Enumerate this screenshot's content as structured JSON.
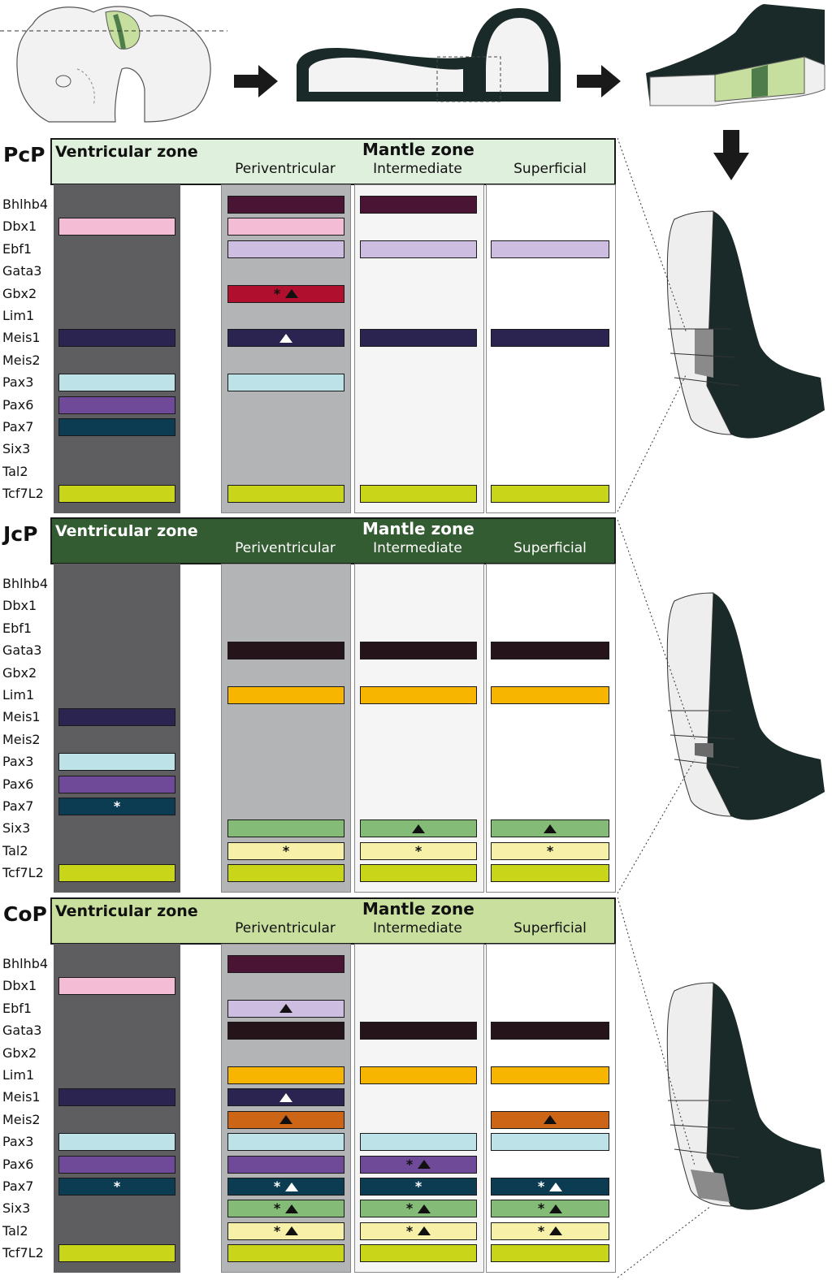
{
  "colors": {
    "bhlhb4": "#4a1535",
    "dbx1": "#f5bcd6",
    "ebf1": "#cdbde0",
    "gata3": "#251419",
    "gbx2": "#b0102d",
    "lim1": "#f7b500",
    "meis1": "#2c2450",
    "meis2": "#cd6517",
    "pax3": "#bde3e8",
    "pax6": "#6e4a98",
    "pax7": "#0c3c52",
    "six3": "#84bb77",
    "tal2": "#f7f0a9",
    "tcf7l2": "#c9d519"
  },
  "sections": [
    {
      "label": "PcP",
      "header_color": "#dff0dc",
      "header_text_color": "#111111",
      "ventricular": "Ventricular zone",
      "mantle": "Mantle zone",
      "periventricular": "Periventricular",
      "intermediate": "Intermediate",
      "superficial": "Superficial",
      "genes": [
        "Bhlhb4",
        "Dbx1",
        "Ebf1",
        "Gata3",
        "Gbx2",
        "Lim1",
        "Meis1",
        "Meis2",
        "Pax3",
        "Pax6",
        "Pax7",
        "Six3",
        "Tal2",
        "Tcf7L2"
      ]
    },
    {
      "label": "JcP",
      "header_color": "#345c32",
      "header_text_color": "#ffffff",
      "ventricular": "Ventricular zone",
      "mantle": "Mantle zone",
      "periventricular": "Periventricular",
      "intermediate": "Intermediate",
      "superficial": "Superficial",
      "genes": [
        "Bhlhb4",
        "Dbx1",
        "Ebf1",
        "Gata3",
        "Gbx2",
        "Lim1",
        "Meis1",
        "Meis2",
        "Pax3",
        "Pax6",
        "Pax7",
        "Six3",
        "Tal2",
        "Tcf7L2"
      ]
    },
    {
      "label": "CoP",
      "header_color": "#c9df9e",
      "header_text_color": "#111111",
      "ventricular": "Ventricular zone",
      "mantle": "Mantle zone",
      "periventricular": "Periventricular",
      "intermediate": "Intermediate",
      "superficial": "Superficial",
      "genes": [
        "Bhlhb4",
        "Dbx1",
        "Ebf1",
        "Gata3",
        "Gbx2",
        "Lim1",
        "Meis1",
        "Meis2",
        "Pax3",
        "Pax6",
        "Pax7",
        "Six3",
        "Tal2",
        "Tcf7L2"
      ]
    }
  ],
  "expression": [
    [
      {
        "gene": "Bhlhb4",
        "cols": [
          "p",
          "i"
        ]
      },
      {
        "gene": "Dbx1",
        "cols": [
          "v",
          "p"
        ]
      },
      {
        "gene": "Ebf1",
        "cols": [
          "p",
          "i",
          "s"
        ]
      },
      {
        "gene": "Gbx2",
        "cols": [
          "p"
        ],
        "marks": {
          "p": [
            "star-black",
            "tri-black"
          ]
        }
      },
      {
        "gene": "Meis1",
        "cols": [
          "v",
          "p",
          "i",
          "s"
        ],
        "marks": {
          "p": [
            "tri-white"
          ]
        }
      },
      {
        "gene": "Pax3",
        "cols": [
          "v",
          "p"
        ]
      },
      {
        "gene": "Pax6",
        "cols": [
          "v"
        ]
      },
      {
        "gene": "Pax7",
        "cols": [
          "v"
        ]
      },
      {
        "gene": "Tcf7L2",
        "cols": [
          "v",
          "p",
          "i",
          "s"
        ]
      }
    ],
    [
      {
        "gene": "Gata3",
        "cols": [
          "p",
          "i",
          "s"
        ]
      },
      {
        "gene": "Lim1",
        "cols": [
          "p",
          "i",
          "s"
        ]
      },
      {
        "gene": "Meis1",
        "cols": [
          "v"
        ]
      },
      {
        "gene": "Pax3",
        "cols": [
          "v"
        ]
      },
      {
        "gene": "Pax6",
        "cols": [
          "v"
        ]
      },
      {
        "gene": "Pax7",
        "cols": [
          "v"
        ],
        "marks": {
          "v": [
            "star-white"
          ]
        }
      },
      {
        "gene": "Six3",
        "cols": [
          "p",
          "i",
          "s"
        ],
        "marks": {
          "i": [
            "tri-black"
          ],
          "s": [
            "tri-black"
          ]
        }
      },
      {
        "gene": "Tal2",
        "cols": [
          "p",
          "i",
          "s"
        ],
        "marks": {
          "p": [
            "star-black"
          ],
          "i": [
            "star-black"
          ],
          "s": [
            "star-black"
          ]
        }
      },
      {
        "gene": "Tcf7L2",
        "cols": [
          "v",
          "p",
          "i",
          "s"
        ]
      }
    ],
    [
      {
        "gene": "Bhlhb4",
        "cols": [
          "p"
        ]
      },
      {
        "gene": "Dbx1",
        "cols": [
          "v"
        ]
      },
      {
        "gene": "Ebf1",
        "cols": [
          "p"
        ],
        "marks": {
          "p": [
            "tri-black"
          ]
        }
      },
      {
        "gene": "Gata3",
        "cols": [
          "p",
          "i",
          "s"
        ]
      },
      {
        "gene": "Lim1",
        "cols": [
          "p",
          "i",
          "s"
        ]
      },
      {
        "gene": "Meis1",
        "cols": [
          "v",
          "p"
        ],
        "marks": {
          "p": [
            "tri-white"
          ]
        }
      },
      {
        "gene": "Meis2",
        "cols": [
          "p",
          "s"
        ],
        "marks": {
          "p": [
            "tri-black"
          ],
          "s": [
            "tri-black"
          ]
        }
      },
      {
        "gene": "Pax3",
        "cols": [
          "v",
          "p",
          "i",
          "s"
        ]
      },
      {
        "gene": "Pax6",
        "cols": [
          "v",
          "p",
          "i"
        ],
        "marks": {
          "i": [
            "star-black",
            "tri-black"
          ]
        }
      },
      {
        "gene": "Pax7",
        "cols": [
          "v",
          "p",
          "i",
          "s"
        ],
        "marks": {
          "v": [
            "star-white"
          ],
          "p": [
            "star-white",
            "tri-white"
          ],
          "i": [
            "star-white"
          ],
          "s": [
            "star-white",
            "tri-white"
          ]
        }
      },
      {
        "gene": "Six3",
        "cols": [
          "p",
          "i",
          "s"
        ],
        "marks": {
          "p": [
            "star-black",
            "tri-black"
          ],
          "i": [
            "star-black",
            "tri-black"
          ],
          "s": [
            "star-black",
            "tri-black"
          ]
        }
      },
      {
        "gene": "Tal2",
        "cols": [
          "p",
          "i",
          "s"
        ],
        "marks": {
          "p": [
            "star-black",
            "tri-black"
          ],
          "i": [
            "star-black",
            "tri-black"
          ],
          "s": [
            "star-black",
            "tri-black"
          ]
        }
      },
      {
        "gene": "Tcf7L2",
        "cols": [
          "v",
          "p",
          "i",
          "s"
        ]
      }
    ]
  ]
}
